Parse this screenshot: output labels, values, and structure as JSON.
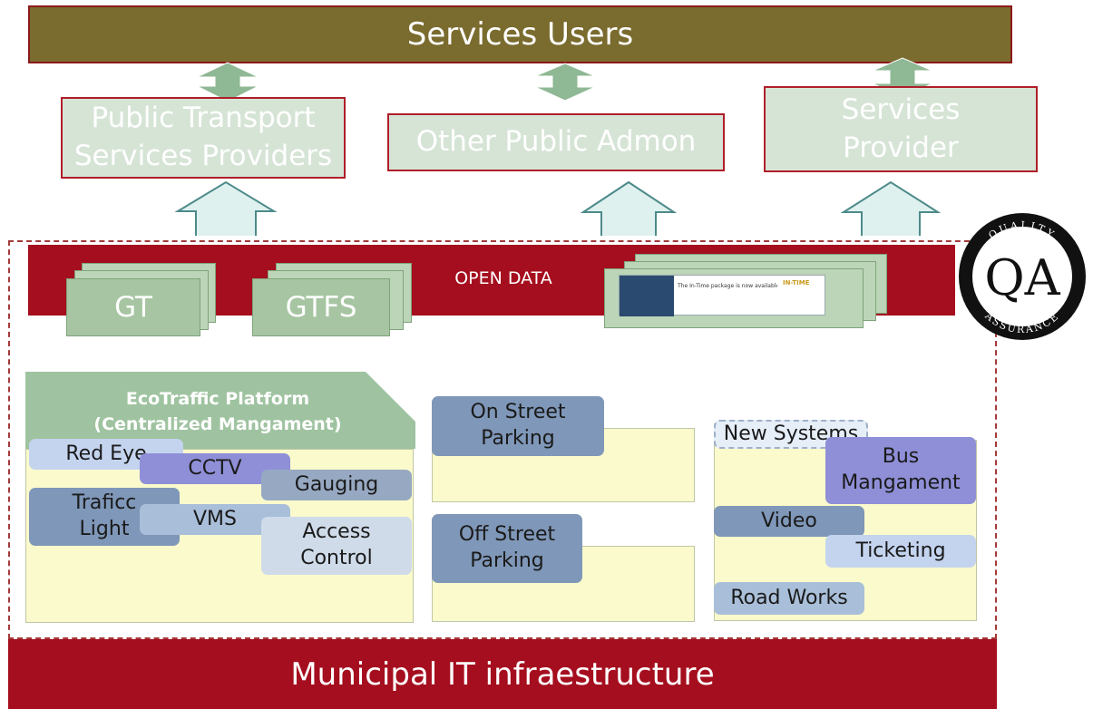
{
  "top": {
    "services_users": "Services Users"
  },
  "providers": {
    "public_transport": [
      "Public Transport",
      "Services Providers"
    ],
    "other_public": "Other Public Admon",
    "services_provider": [
      "Services",
      "Provider"
    ]
  },
  "open_data": {
    "label": "OPEN DATA",
    "gt": "GT",
    "gtfs": "GTFS",
    "banner_text": "The In-Time package is now available",
    "banner_logo": "IN-TIME"
  },
  "qa": {
    "letters": "QA",
    "ring_top": "QUALITY",
    "ring_bottom": "ASSURANCE"
  },
  "platform": {
    "title": [
      "EcoTraffic Platform",
      "(Centralized Mangament)"
    ],
    "red_eye": "Red Eye",
    "cctv": "CCTV",
    "gauging": "Gauging",
    "traffic_light": [
      "Traficc",
      "Light"
    ],
    "vms": "VMS",
    "access_control": [
      "Access",
      "Control"
    ]
  },
  "parking": {
    "on_street": [
      "On Street",
      "Parking"
    ],
    "off_street": [
      "Off Street",
      "Parking"
    ]
  },
  "systems": {
    "new_systems": "New Systems",
    "bus": [
      "Bus",
      "Mangament"
    ],
    "video": "Video",
    "ticketing": "Ticketing",
    "road_works": "Road Works"
  },
  "bottom": {
    "municipal": "Municipal IT infraestructure"
  },
  "colors": {
    "brand_red": "#a50e1e",
    "olive": "#7a6b2e",
    "doc_green": "#a7c5a2",
    "panel_yellow": "#fafacc"
  }
}
